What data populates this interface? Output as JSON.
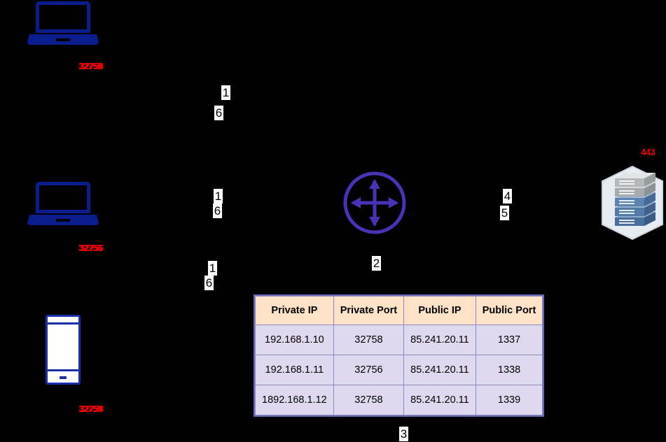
{
  "diagram": {
    "background_color": "#000000",
    "accent_red": "#ee0000",
    "device_blue": "#0b1d8c",
    "router_purple": "#4b31b5",
    "table_header_bg": "#fde2c8",
    "table_row_bg": "#ded9ee",
    "table_border": "#8a8ac0"
  },
  "nodes": {
    "laptop_top": {
      "icon": "laptop-icon",
      "port_label": "32758"
    },
    "laptop_middle": {
      "icon": "laptop-icon",
      "port_label": "32756"
    },
    "phone_bottom": {
      "icon": "smartphone-icon",
      "port_label": "32758"
    },
    "router": {
      "icon": "router-move-icon"
    },
    "server": {
      "icon": "server-stack-icon",
      "port_label": "443"
    }
  },
  "steps": {
    "top_out": "1",
    "top_in": "6",
    "middle_out": "1",
    "middle_in": "6",
    "bottom_out": "1",
    "bottom_in": "6",
    "router_to_table": "2",
    "table_note": "3",
    "router_to_server": "4",
    "server_to_router": "5"
  },
  "nat_table": {
    "name": "nat-translation-table",
    "headers": [
      "Private IP",
      "Private Port",
      "Public IP",
      "Public Port"
    ],
    "rows": [
      [
        "192.168.1.10",
        "32758",
        "85.241.20.11",
        "1337"
      ],
      [
        "192.168.1.11",
        "32756",
        "85.241.20.11",
        "1338"
      ],
      [
        "1892.168.1.12",
        "32758",
        "85.241.20.11",
        "1339"
      ]
    ]
  }
}
